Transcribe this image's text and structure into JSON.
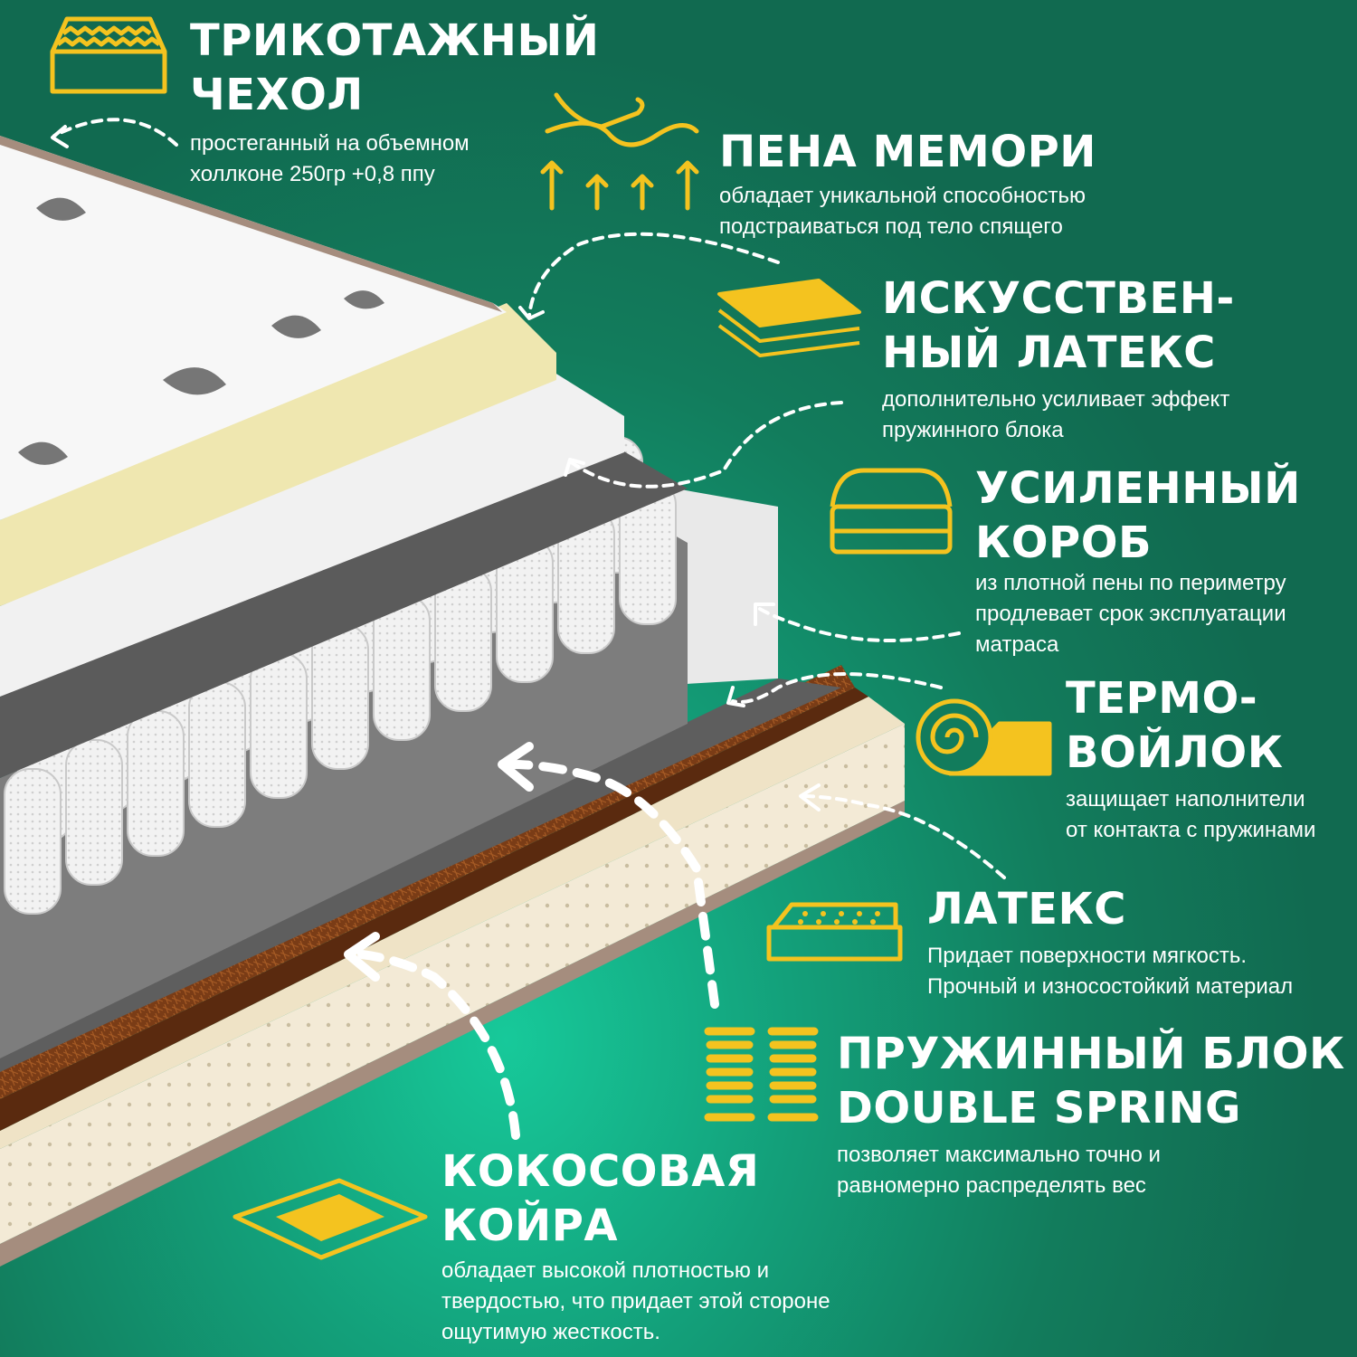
{
  "accent_color": "#f4c31f",
  "features": [
    {
      "id": "cover",
      "icon": "quilted-cover-icon",
      "title": "ТРИКОТАЖНЫЙ\nЧЕХОЛ",
      "desc": "простеганный на объемном\nхоллконе 250гр +0,8 ппу"
    },
    {
      "id": "memory",
      "icon": "memory-foam-icon",
      "title": "ПЕНА МЕМОРИ",
      "desc": "обладает уникальной способностью\nподстраиваться под тело спящего"
    },
    {
      "id": "latex-artificial",
      "icon": "layers-icon",
      "title": "ИСКУССТВЕН-\nНЫЙ ЛАТЕКС",
      "desc": "дополнительно усиливает эффект\nпружинного блока"
    },
    {
      "id": "box",
      "icon": "mattress-box-icon",
      "title": "УСИЛЕННЫЙ\nКОРОБ",
      "desc": "из плотной пены по периметру\nпродлевает срок эксплуатации\nматраса"
    },
    {
      "id": "felt",
      "icon": "roll-icon",
      "title": "ТЕРМО-\nВОЙЛОК",
      "desc": "защищает наполнители\nот контакта с пружинами"
    },
    {
      "id": "latex",
      "icon": "latex-mattress-icon",
      "title": "ЛАТЕКС",
      "desc": "Придает поверхности мягкость.\nПрочный и износостойкий материал"
    },
    {
      "id": "springs",
      "icon": "springs-icon",
      "title": "ПРУЖИННЫЙ БЛОК\nDOUBLE SPRING",
      "desc": "позволяет максимально точно и\nравномерно распределять вес"
    },
    {
      "id": "coir",
      "icon": "coir-icon",
      "title": "КОКОСОВАЯ\nКОЙРА",
      "desc": "обладает высокой плотностью и\nтвердостью, что придает этой стороне\nощутимую жесткость."
    }
  ]
}
